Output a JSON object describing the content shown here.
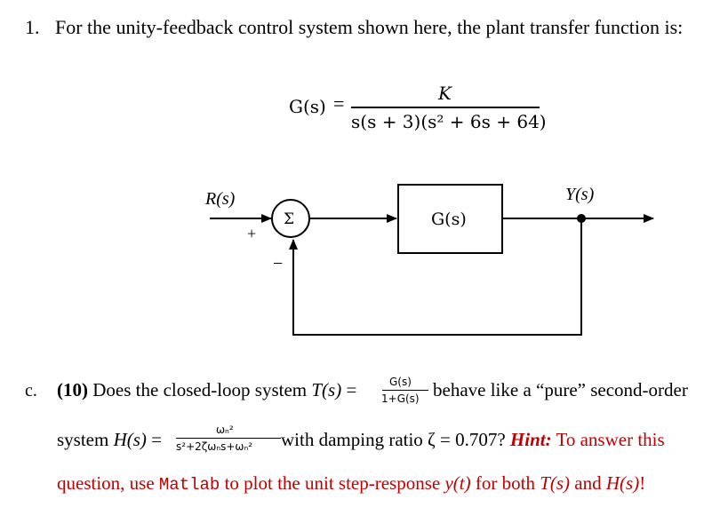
{
  "question": {
    "number": "1.",
    "text": "For the unity-feedback control system shown here, the plant transfer function is:"
  },
  "transfer_function": {
    "lhs": "G(s)",
    "equals": "=",
    "numerator": "K",
    "denominator": "s(s + 3)(s² + 6s + 64)"
  },
  "diagram": {
    "input_label": "R(s)",
    "output_label": "Y(s)",
    "summer_symbol": "Σ",
    "plus_sign": "+",
    "minus_sign": "−",
    "block_label": "G(s)"
  },
  "part_c": {
    "letter": "c.",
    "points": "(10)",
    "text_a": " Does the closed-loop system ",
    "T": "T(s)",
    "equals": " = ",
    "frac_num": "G(s)",
    "frac_den": "1+G(s)",
    "text_b": "behave like a “pure” second-order",
    "line2_a": "system ",
    "H": "H(s)",
    "h_equals": " = ",
    "h_num": "ωₙ²",
    "h_den": "s²+2ζωₙs+ωₙ²",
    "line2_b": "with damping ratio ζ = 0.707? ",
    "hint_label": "Hint:",
    "hint_text": " To answer this",
    "line3_a": "question, use ",
    "matlab": "Matlab",
    "line3_b": " to plot the unit step-response ",
    "y": "y(t)",
    "line3_c": " for both ",
    "T2": "T(s)",
    "line3_d": " and ",
    "H2": "H(s)",
    "line3_e": "!"
  }
}
